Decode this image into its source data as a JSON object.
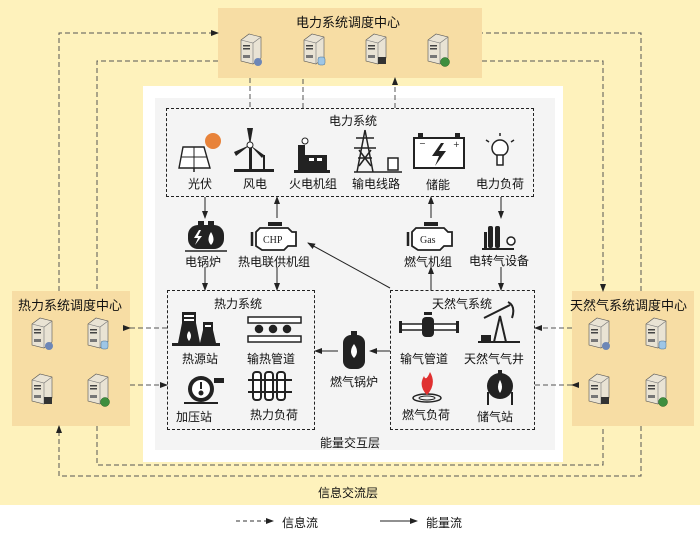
{
  "centers": {
    "power": {
      "title": "电力系统调度中心"
    },
    "heat": {
      "title": "热力系统调度中心"
    },
    "gas": {
      "title": "天然气系统调度中心"
    }
  },
  "power_system": {
    "title": "电力系统",
    "items": [
      "光伏",
      "风电",
      "火电机组",
      "输电线路",
      "储能",
      "电力负荷"
    ]
  },
  "coupling": {
    "electric_boiler": "电锅炉",
    "chp": "热电联供机组",
    "chp_text": "CHP",
    "gas_turbine": "燃气机组",
    "gas_text": "Gas",
    "p2g": "电转气设备",
    "gas_boiler": "燃气锅炉"
  },
  "heat_system": {
    "title": "热力系统",
    "items": [
      "热源站",
      "输热管道",
      "加压站",
      "热力负荷"
    ]
  },
  "gas_system": {
    "title": "天然气系统",
    "items": [
      "输气管道",
      "天然气气井",
      "燃气负荷",
      "储气站"
    ]
  },
  "layers": {
    "energy": "能量交互层",
    "info": "信息交流层"
  },
  "legend": {
    "info_flow": "信息流",
    "energy_flow": "能量流"
  },
  "colors": {
    "outer_bg": "#fef2bc",
    "center_bg": "#f7dda4",
    "sun": "#e8833a",
    "flame": "#e03030"
  }
}
